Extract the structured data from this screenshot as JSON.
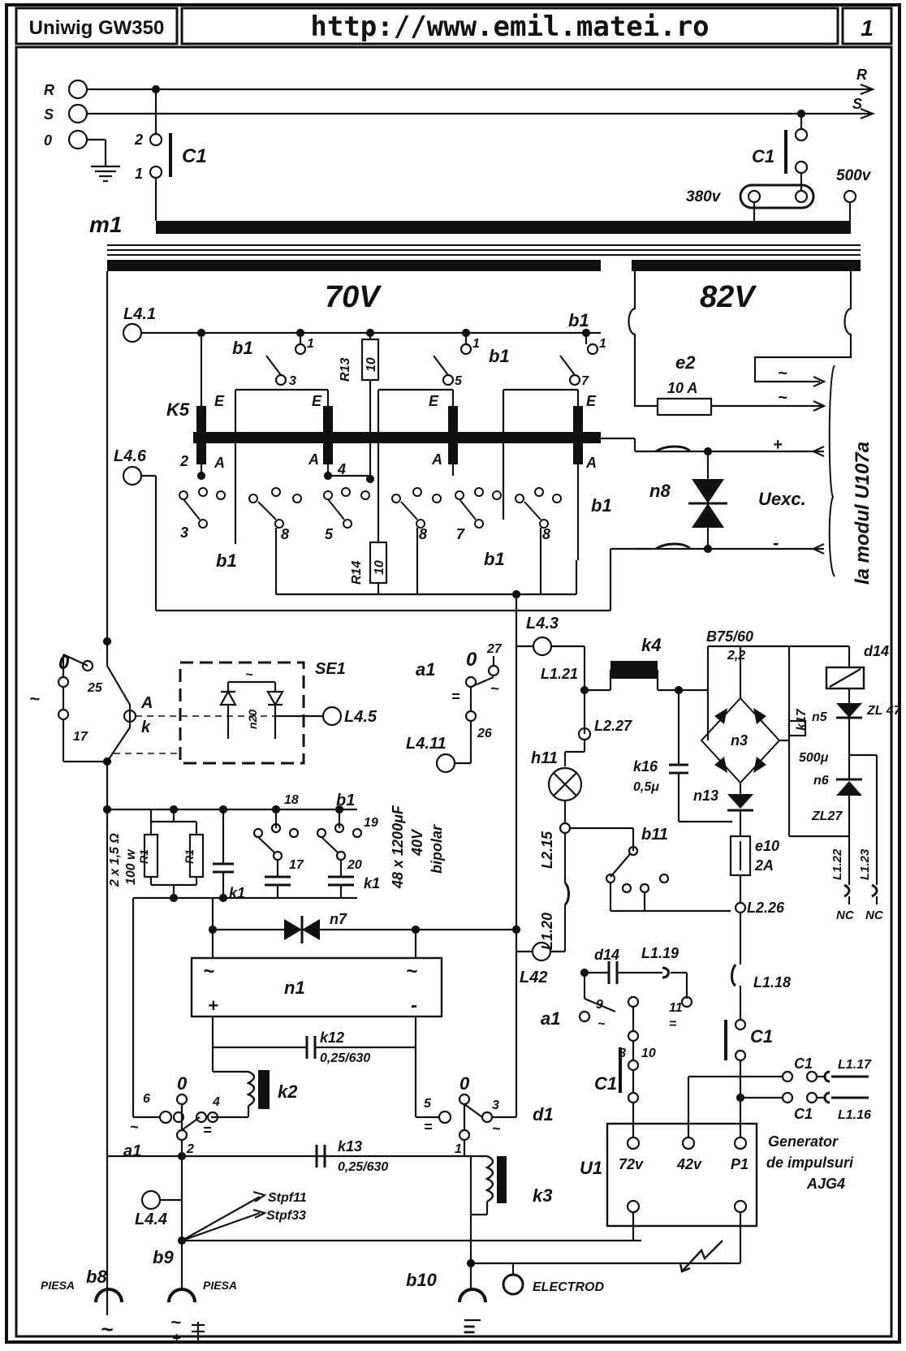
{
  "header": {
    "model": "Uniwig GW350",
    "url": "http://www.emil.matei.ro",
    "page_number": "1"
  },
  "mains": {
    "phases": [
      "R",
      "S",
      "0"
    ],
    "outputs": [
      "R",
      "S"
    ],
    "contactor": "C1",
    "contact_numbers": [
      "2",
      "1"
    ],
    "tap_380": "380v",
    "tap_500": "500v"
  },
  "transformer": {
    "name": "m1",
    "secondary_1": "70V",
    "secondary_2": "82V"
  },
  "switch_section": {
    "terminals": [
      "L4.1",
      "L4.6",
      "L4.3",
      "L4.5",
      "L4.11",
      "L4.4",
      "L42"
    ],
    "relay": "K5",
    "contact_group": "b1",
    "pin_E": "E",
    "pin_A": "A",
    "numbers_top": [
      "1",
      "3",
      "5",
      "7"
    ],
    "numbers_bottom": [
      "2",
      "3",
      "4",
      "5",
      "7",
      "8"
    ],
    "r13": "R13",
    "r14": "R14",
    "r_value": "10"
  },
  "excitation": {
    "fuse": "e2",
    "fuse_rating": "10 A",
    "suppressor": "n8",
    "label": "Uexc.",
    "module_label": "la modul U107a",
    "plus": "+",
    "minus": "-",
    "ac": "~"
  },
  "selector": {
    "names": [
      "SE1",
      "a1",
      "A",
      "k"
    ],
    "numbers": [
      "0",
      "25",
      "17",
      "27",
      "26",
      "n20"
    ],
    "ac": "~"
  },
  "capacitors": {
    "resistor_desc": "2 x 1,5 Ω",
    "resistor_power": "100 w",
    "resistor": "R1",
    "bank_desc": [
      "48 x 1200μF",
      "40V",
      "bipolar"
    ],
    "contact_numbers": [
      "18",
      "19",
      "17",
      "20"
    ],
    "relay": "k1",
    "switch": "b1",
    "protection": "n7"
  },
  "rectifier": {
    "name": "n1",
    "ac": "~",
    "plus": "+",
    "minus": "-",
    "k12": "k12",
    "k12_val": "0,25/630",
    "k13": "k13",
    "k13_val": "0,25/630",
    "k2": "k2",
    "k3": "k3",
    "numbers": [
      "6",
      "0",
      "4",
      "5",
      "0",
      "3",
      "2",
      "1"
    ],
    "a1": "a1",
    "d1": "d1"
  },
  "control": {
    "k4": "k4",
    "bridge": "B75/60",
    "bridge_val": "2,2",
    "n3": "n3",
    "n13": "n13",
    "k16": "k16",
    "k16_val": "0,5μ",
    "k17": "k17",
    "k17_val": "500μ",
    "d14": "d14",
    "n5": "n5",
    "zl47": "ZL 47",
    "n6": "n6",
    "zl27": "ZL27",
    "e10": "e10",
    "e10_val": "2A",
    "h11": "h11",
    "b11": "b11",
    "terminals": [
      "L1.21",
      "L2.27",
      "L2.15",
      "L1.20",
      "L2.26",
      "L1.19",
      "L1.18",
      "L1.22",
      "L1.23",
      "L1.17",
      "L1.16"
    ],
    "nc": "NC",
    "c1": "C1",
    "a1": "a1",
    "contact_numbers": [
      "9",
      "11",
      "8",
      "10"
    ]
  },
  "generator": {
    "name": "U1",
    "pins": [
      "72v",
      "42v",
      "P1"
    ],
    "description": [
      "Generator",
      "de impulsuri",
      "AJG4"
    ]
  },
  "outputs": {
    "b8": "b8",
    "b9": "b9",
    "b10": "b10",
    "piesa": "PIESA",
    "electrod": "ELECTROD",
    "stpf11": "Stpf11",
    "stpf33": "Stpf33",
    "ac": "~",
    "dc": "="
  }
}
